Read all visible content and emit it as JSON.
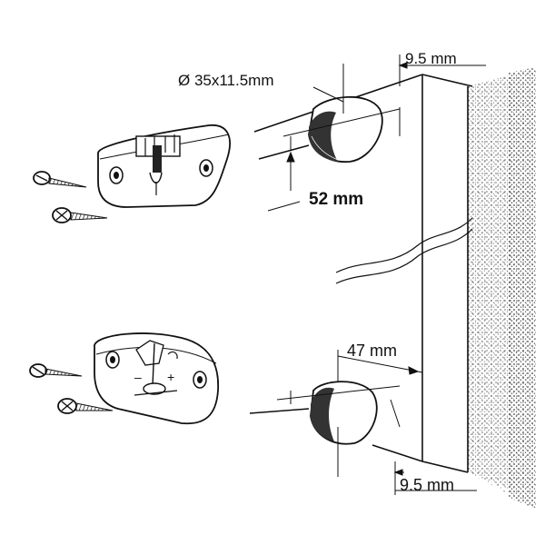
{
  "dimensions": {
    "cup_diameter": "Ø 35x11.5mm",
    "edge_offset_top": "9.5 mm",
    "hole_spacing": "52 mm",
    "hole_offset": "47 mm",
    "edge_offset_bottom": "9.5 mm"
  },
  "plate_markings": {
    "minus": "–",
    "plus": "+"
  },
  "colors": {
    "ink": "#111111",
    "paper": "#ffffff",
    "shading": "#555555"
  }
}
